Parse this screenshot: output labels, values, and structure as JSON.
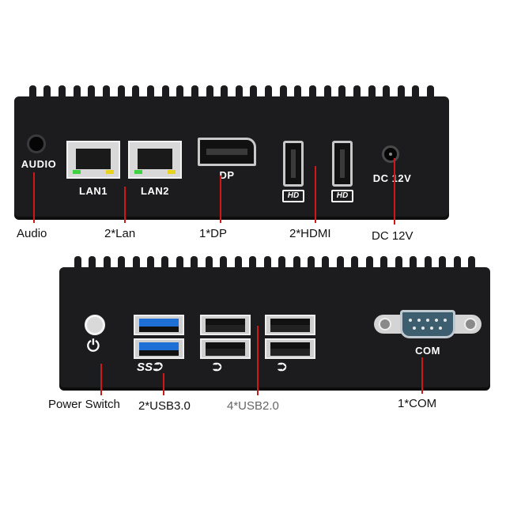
{
  "top_panel": {
    "audio_port_label": "AUDIO",
    "lan1_label": "LAN1",
    "lan2_label": "LAN2",
    "dp_label": "DP",
    "hdmi_logo": "HD",
    "dc_label": "DC 12V"
  },
  "bottom_panel": {
    "com_port_label": "COM"
  },
  "captions": {
    "audio": "Audio",
    "lan": "2*Lan",
    "dp": "1*DP",
    "hdmi": "2*HDMI",
    "dc": "DC 12V",
    "power": "Power Switch",
    "usb3": "2*USB3.0",
    "usb2": "4*USB2.0",
    "com": "1*COM"
  },
  "colors": {
    "leader_line": "#d01818",
    "usb3_blue": "#1e6fd6",
    "lan_led_green": "#3fd13f",
    "lan_led_yellow": "#e8d21e",
    "com_body": "#3d5e6e"
  },
  "icons": {
    "power": "power-symbol-icon",
    "usb": "usb-trident-icon",
    "hdmi": "hd-logo-icon"
  }
}
